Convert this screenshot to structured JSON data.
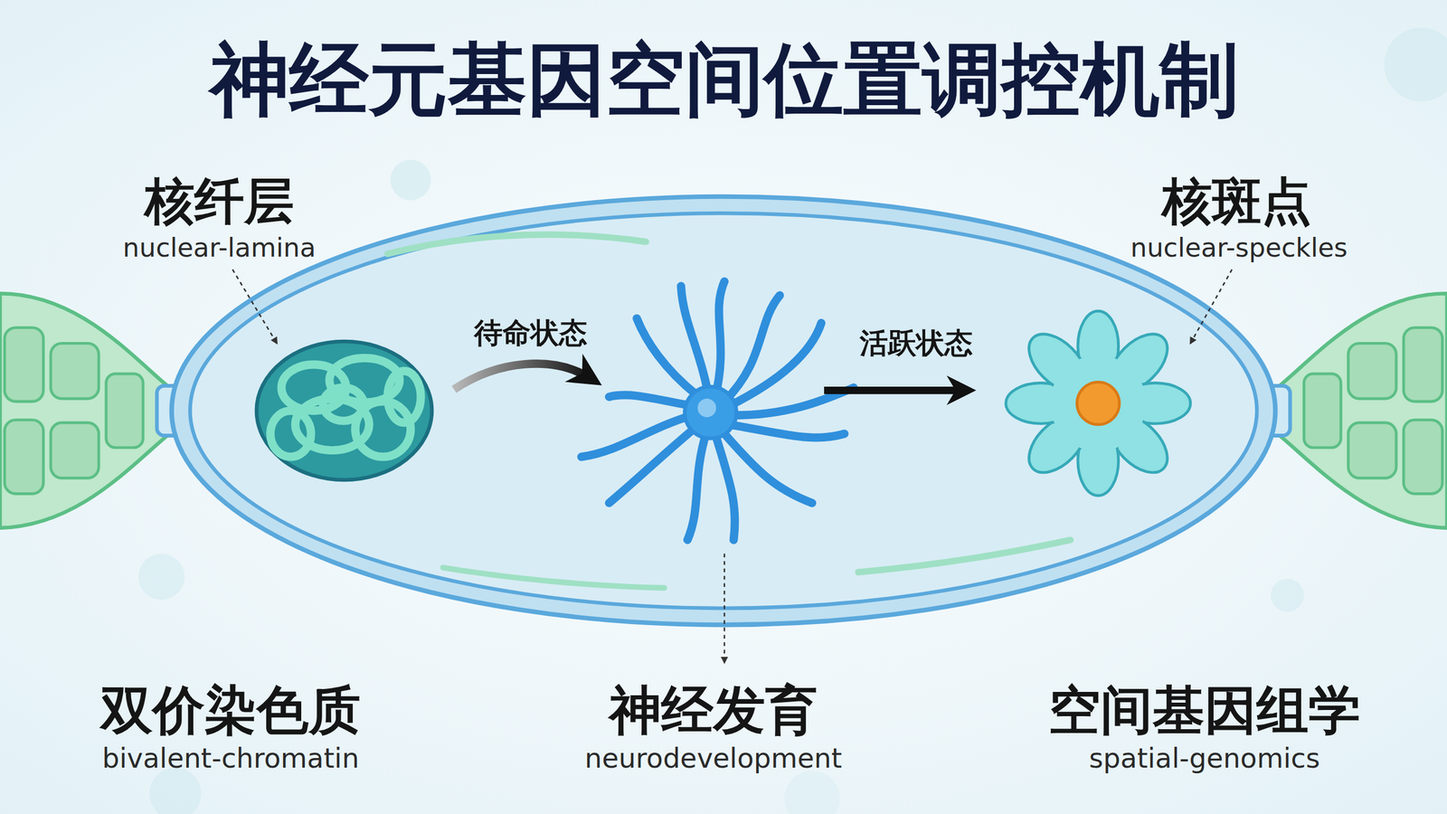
{
  "diagram": {
    "title": "神经元基因空间位置调控机制",
    "labels": [
      "核纤层",
      "nuclear-lamina",
      "核斑点",
      "nuclear-speckles",
      "待命状态",
      "活跃状态",
      "双价染色质",
      "bivalent-chromatin",
      "神经发育",
      "neurodevelopment",
      "空间基因组学",
      "spatial-genomics"
    ]
  }
}
